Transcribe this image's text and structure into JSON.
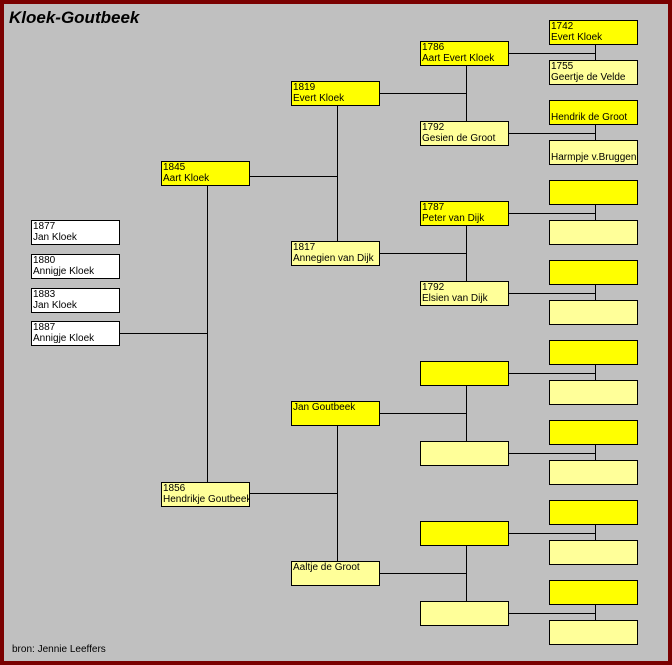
{
  "title": "Kloek-Goutbeek",
  "footer": "bron: Jennie Leeffers",
  "children": [
    {
      "year": "1877",
      "name": "Jan Kloek"
    },
    {
      "year": "1880",
      "name": "Annigje Kloek"
    },
    {
      "year": "1883",
      "name": "Jan Kloek"
    },
    {
      "year": "1887",
      "name": "Annigje Kloek"
    }
  ],
  "parents": {
    "father": {
      "year": "1845",
      "name": "Aart Kloek"
    },
    "mother": {
      "year": "1856",
      "name": "Hendrikje Goutbeek"
    }
  },
  "grandparents": [
    {
      "year": "1819",
      "name": "Evert Kloek"
    },
    {
      "year": "1817",
      "name": "Annegien van Dijk"
    },
    {
      "year": "",
      "name": "Jan Goutbeek"
    },
    {
      "year": "",
      "name": "Aaltje de Groot"
    }
  ],
  "great_grandparents": [
    {
      "year": "1786",
      "name": "Aart Evert Kloek"
    },
    {
      "year": "1792",
      "name": "Gesien de Groot"
    },
    {
      "year": "1787",
      "name": "Peter van Dijk"
    },
    {
      "year": "1792",
      "name": "Elsien van Dijk"
    },
    {
      "year": "",
      "name": ""
    },
    {
      "year": "",
      "name": ""
    },
    {
      "year": "",
      "name": ""
    },
    {
      "year": "",
      "name": ""
    }
  ],
  "gg_grandparents": [
    {
      "year": "1742",
      "name": "Evert Kloek"
    },
    {
      "year": "1755",
      "name": "Geertje de Velde"
    },
    {
      "year": "",
      "name": "Hendrik de Groot"
    },
    {
      "year": "",
      "name": "Harmpje v.Bruggen"
    },
    {
      "year": "",
      "name": ""
    },
    {
      "year": "",
      "name": ""
    },
    {
      "year": "",
      "name": ""
    },
    {
      "year": "",
      "name": ""
    },
    {
      "year": "",
      "name": ""
    },
    {
      "year": "",
      "name": ""
    },
    {
      "year": "",
      "name": ""
    },
    {
      "year": "",
      "name": ""
    },
    {
      "year": "",
      "name": ""
    },
    {
      "year": "",
      "name": ""
    },
    {
      "year": "",
      "name": ""
    },
    {
      "year": "",
      "name": ""
    }
  ],
  "colors": {
    "frame": "#7a0000",
    "background": "#c0c0c0",
    "male_box": "#ffff00",
    "female_box": "#ffff99",
    "child_box": "#ffffff"
  }
}
